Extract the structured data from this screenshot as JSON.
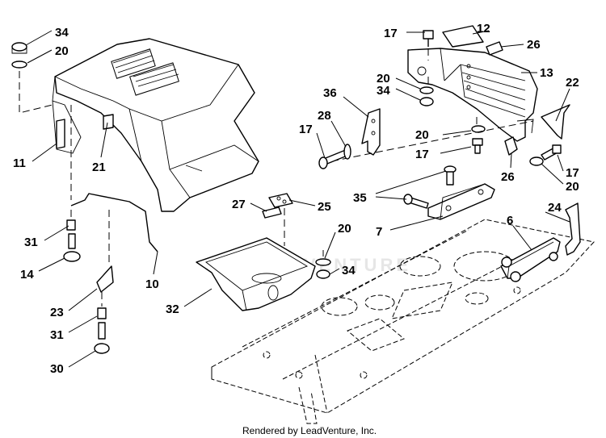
{
  "labels": {
    "l34a": "34",
    "l20a": "20",
    "l11": "11",
    "l21": "21",
    "l17a": "17",
    "l12": "12",
    "l26a": "26",
    "l13": "13",
    "l22": "22",
    "l20b": "20",
    "l34b": "34",
    "l36": "36",
    "l28": "28",
    "l17b": "17",
    "l20c": "20",
    "l17c": "17",
    "l26b": "26",
    "l17d": "17",
    "l20d": "20",
    "l35": "35",
    "l7": "7",
    "l27": "27",
    "l25": "25",
    "l6": "6",
    "l24": "24",
    "l31a": "31",
    "l14": "14",
    "l10": "10",
    "l20e": "20",
    "l34c": "34",
    "l32": "32",
    "l23": "23",
    "l31b": "31",
    "l30": "30"
  },
  "credit": "Rendered by LeadVenture, Inc.",
  "watermark": "LEADVENTURE"
}
